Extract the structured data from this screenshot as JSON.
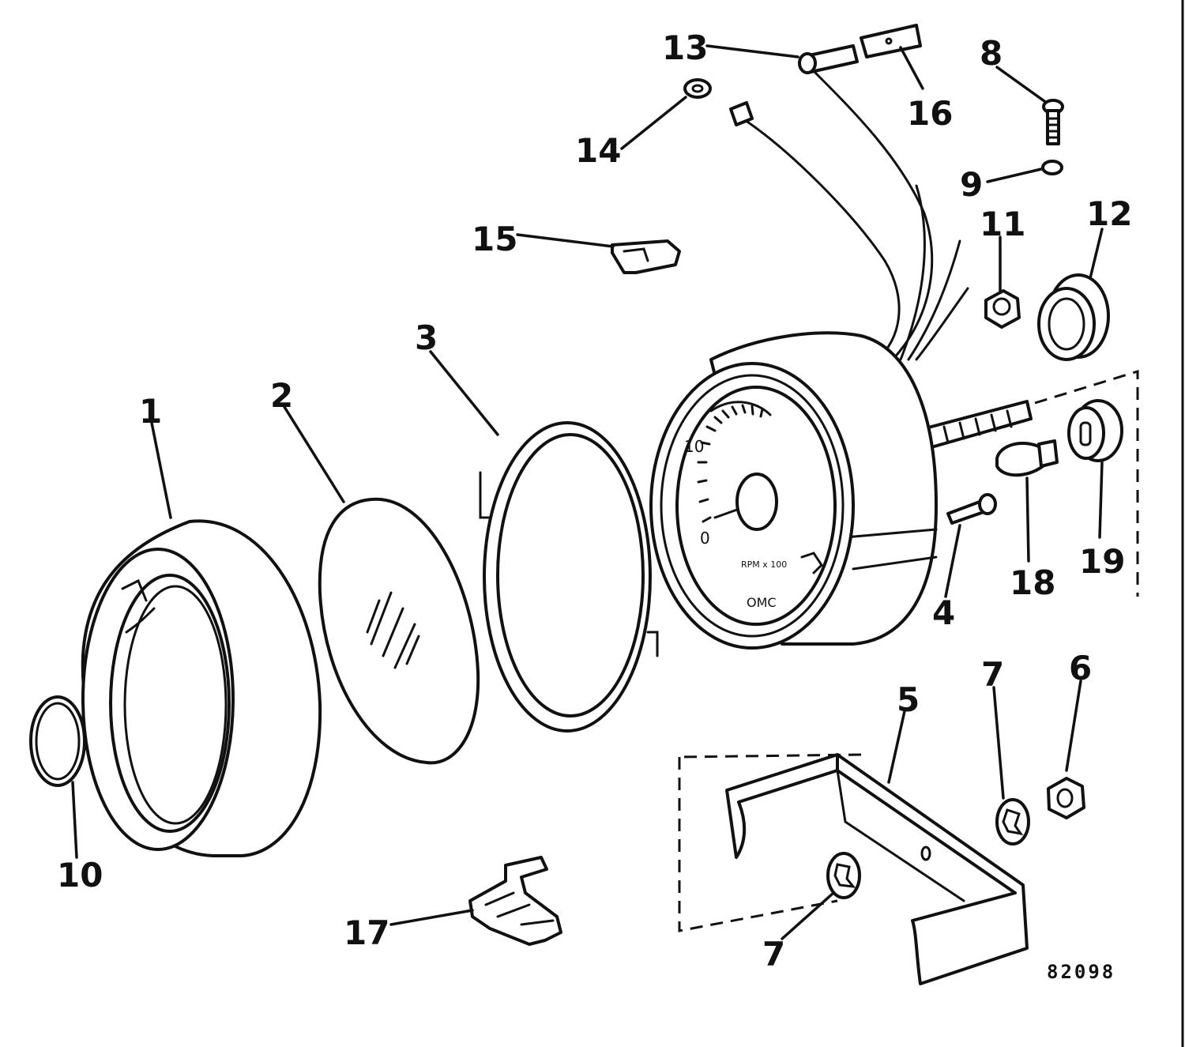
{
  "callouts": {
    "c1": "1",
    "c2": "2",
    "c3": "3",
    "c4": "4",
    "c5": "5",
    "c6": "6",
    "c7a": "7",
    "c7b": "7",
    "c8": "8",
    "c9": "9",
    "c10": "10",
    "c11": "11",
    "c12": "12",
    "c13": "13",
    "c14": "14",
    "c15": "15",
    "c16": "16",
    "c17": "17",
    "c18": "18",
    "c19": "19"
  },
  "figure_id": "82098",
  "dial_text": {
    "mark_10": "10",
    "mark_0": "0",
    "scale_label": "RPM x 100",
    "brand": "OMC"
  }
}
